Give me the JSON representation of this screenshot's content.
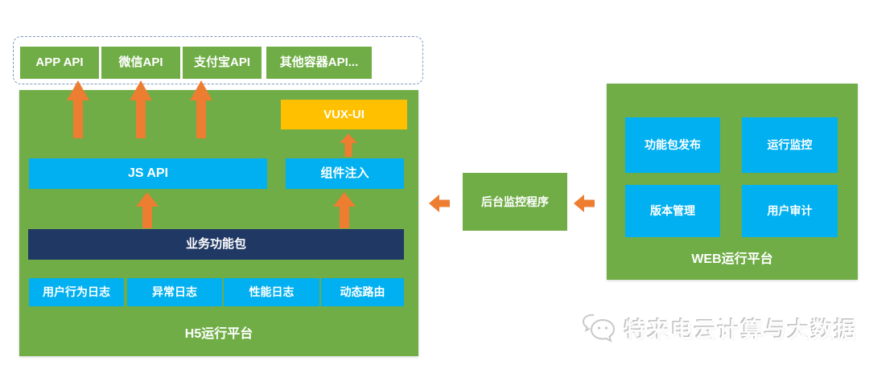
{
  "palette": {
    "green": "#70AD47",
    "blue": "#00B0F0",
    "orange": "#ED7D31",
    "navy": "#203864",
    "gold": "#FFC000",
    "dashed_border": "#7a9abf",
    "box_text": "#ffffff"
  },
  "api_row": {
    "items": [
      {
        "label": "APP API"
      },
      {
        "label": "微信API"
      },
      {
        "label": "支付宝API"
      },
      {
        "label": "其他容器API..."
      }
    ]
  },
  "h5_platform": {
    "title": "H5运行平台",
    "vux_ui": "VUX-UI",
    "js_api": "JS API",
    "component_injection": "组件注入",
    "business_package": "业务功能包",
    "log_boxes": [
      "用户行为日志",
      "异常日志",
      "性能日志",
      "动态路由"
    ]
  },
  "monitor": {
    "label": "后台监控程序"
  },
  "web_platform": {
    "title": "WEB运行平台",
    "modules": [
      "功能包发布",
      "运行监控",
      "版本管理",
      "用户审计"
    ]
  },
  "watermark": {
    "text": "特来电云计算与大数据"
  }
}
